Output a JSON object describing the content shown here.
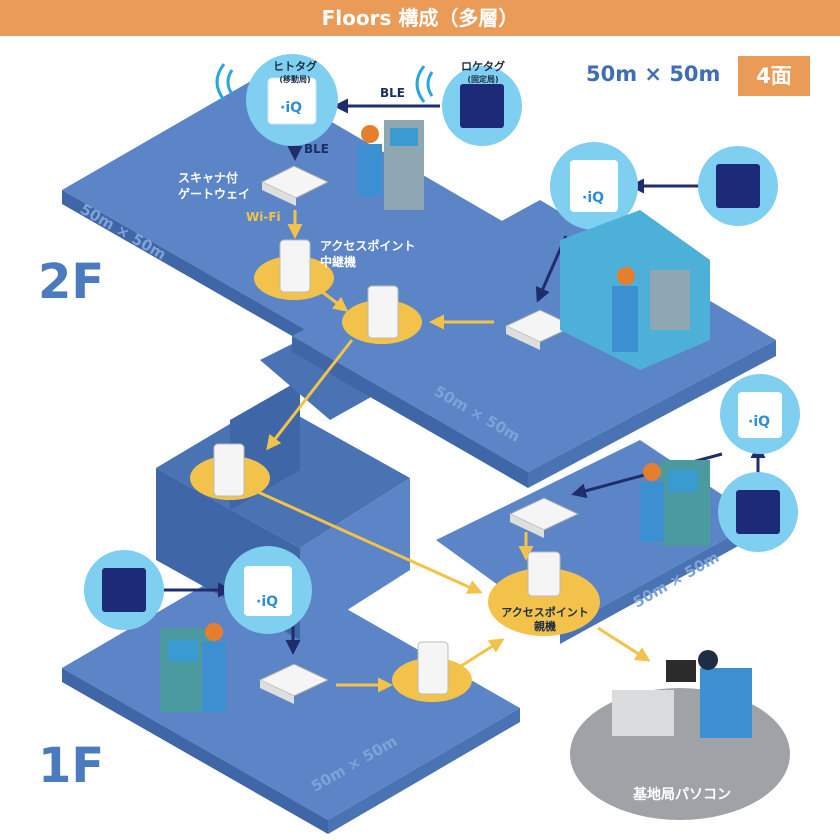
{
  "title": "Floors 構成（多層）",
  "area": {
    "size": "50m × 50m",
    "count": "4面"
  },
  "floors": {
    "upper": "2F",
    "lower": "1F"
  },
  "floor_dims": [
    "50m × 50m",
    "50m × 50m",
    "50m × 50m",
    "50m × 50m"
  ],
  "devices": {
    "person_tag": "ヒトタグ",
    "person_tag_sub": "(移動局)",
    "location_tag": "ロケタグ",
    "location_tag_sub": "(固定局)",
    "scanner_gateway": [
      "スキャナ付",
      "ゲートウェイ"
    ],
    "ap_relay": [
      "アクセスポイント",
      "中継機"
    ],
    "ap_master": [
      "アクセスポイント",
      "親機"
    ],
    "base_pc": "基地局パソコン"
  },
  "links": {
    "ble": "BLE",
    "wifi": "Wi-Fi"
  },
  "tag_logo": "·iQ",
  "colors": {
    "floor_top": "#5b85c6",
    "floor_side": "#4a73b4",
    "accent": "#e99b57",
    "wifi_arrow": "#f3c24a",
    "ble_arrow": "#1f2d6b",
    "bubble": "#7fcff0",
    "tag_square": "#1c2a78"
  }
}
